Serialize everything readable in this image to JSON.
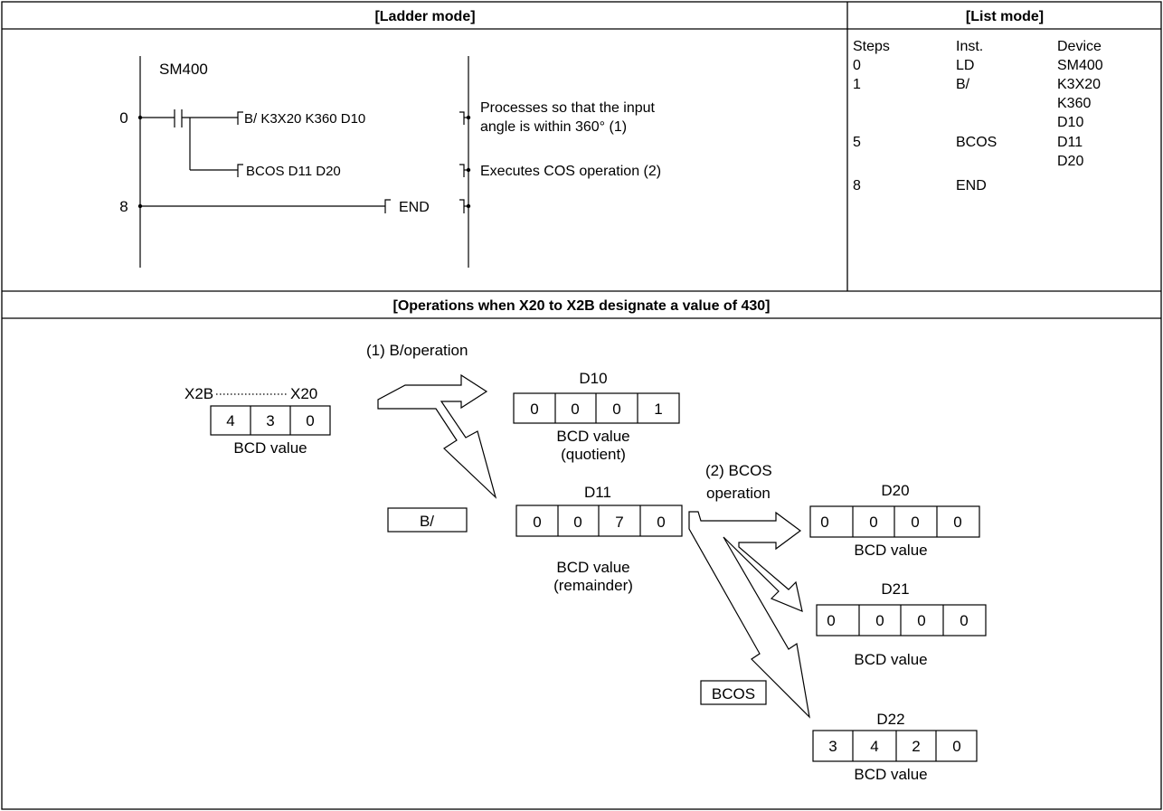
{
  "ladder_header": "[Ladder mode]",
  "list_header": "[List mode]",
  "ops_header": "[Operations when X20 to X2B designate a value of 430]",
  "ladder": {
    "step0": "0",
    "step8": "8",
    "contact_label": "SM400",
    "instr1": "B/ K3X20 K360 D10",
    "instr2": "BCOS D11 D20",
    "instr3": "END",
    "comment1_line1": "Processes so that the input",
    "comment1_line2": "angle is within 360° (1)",
    "comment2": "Executes COS operation (2)"
  },
  "list": {
    "columns": [
      "Steps",
      "Inst.",
      "Device"
    ],
    "rows": [
      {
        "step": "0",
        "inst": "LD",
        "device": "SM400"
      },
      {
        "step": "1",
        "inst": "B/",
        "device": "K3X20"
      },
      {
        "step": "",
        "inst": "",
        "device": "K360"
      },
      {
        "step": "",
        "inst": "",
        "device": "D10"
      },
      {
        "step": "5",
        "inst": "BCOS",
        "device": "D11"
      },
      {
        "step": "",
        "inst": "",
        "device": "D20"
      },
      {
        "step": "8",
        "inst": "END",
        "device": ""
      }
    ]
  },
  "ops": {
    "input_label_left": "X2B",
    "input_label_right": "X20",
    "input_digits": [
      "4",
      "3",
      "0"
    ],
    "input_caption": "BCD value",
    "step1_label": "(1) B/operation",
    "d10_label": "D10",
    "d10_digits": [
      "0",
      "0",
      "0",
      "1"
    ],
    "d10_caption1": "BCD value",
    "d10_caption2": "(quotient)",
    "d11_label": "D11",
    "d11_digits": [
      "0",
      "0",
      "7",
      "0"
    ],
    "d11_caption1": "BCD value",
    "d11_caption2": "(remainder)",
    "bdiv_box": "B/",
    "step2_label1": "(2) BCOS",
    "step2_label2": "operation",
    "d20_label": "D20",
    "d20_digits": [
      "0",
      "0",
      "0",
      "0"
    ],
    "d20_caption": "BCD value",
    "d21_label": "D21",
    "d21_digits": [
      "0",
      "0",
      "0",
      "0"
    ],
    "d21_caption": "BCD value",
    "d22_label": "D22",
    "d22_digits": [
      "3",
      "4",
      "2",
      "0"
    ],
    "d22_caption": "BCD value",
    "bcos_box": "BCOS"
  }
}
